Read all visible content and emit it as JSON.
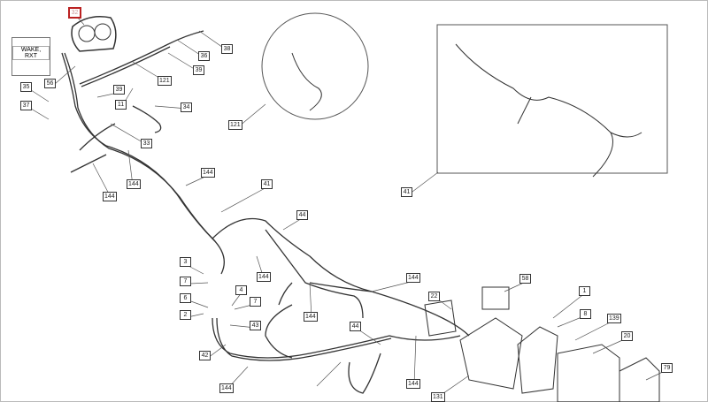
{
  "diagram": {
    "model_box": "WAKE, RXT",
    "callouts": [
      "32",
      "38",
      "36",
      "39",
      "121",
      "56",
      "39",
      "11",
      "34",
      "35",
      "37",
      "33",
      "144",
      "144",
      "144",
      "41",
      "44",
      "121",
      "41",
      "3",
      "7",
      "6",
      "2",
      "4",
      "7",
      "43",
      "42",
      "144",
      "144",
      "144",
      "44",
      "144",
      "144",
      "22",
      "131",
      "58",
      "1",
      "8",
      "139",
      "20",
      "79"
    ]
  }
}
